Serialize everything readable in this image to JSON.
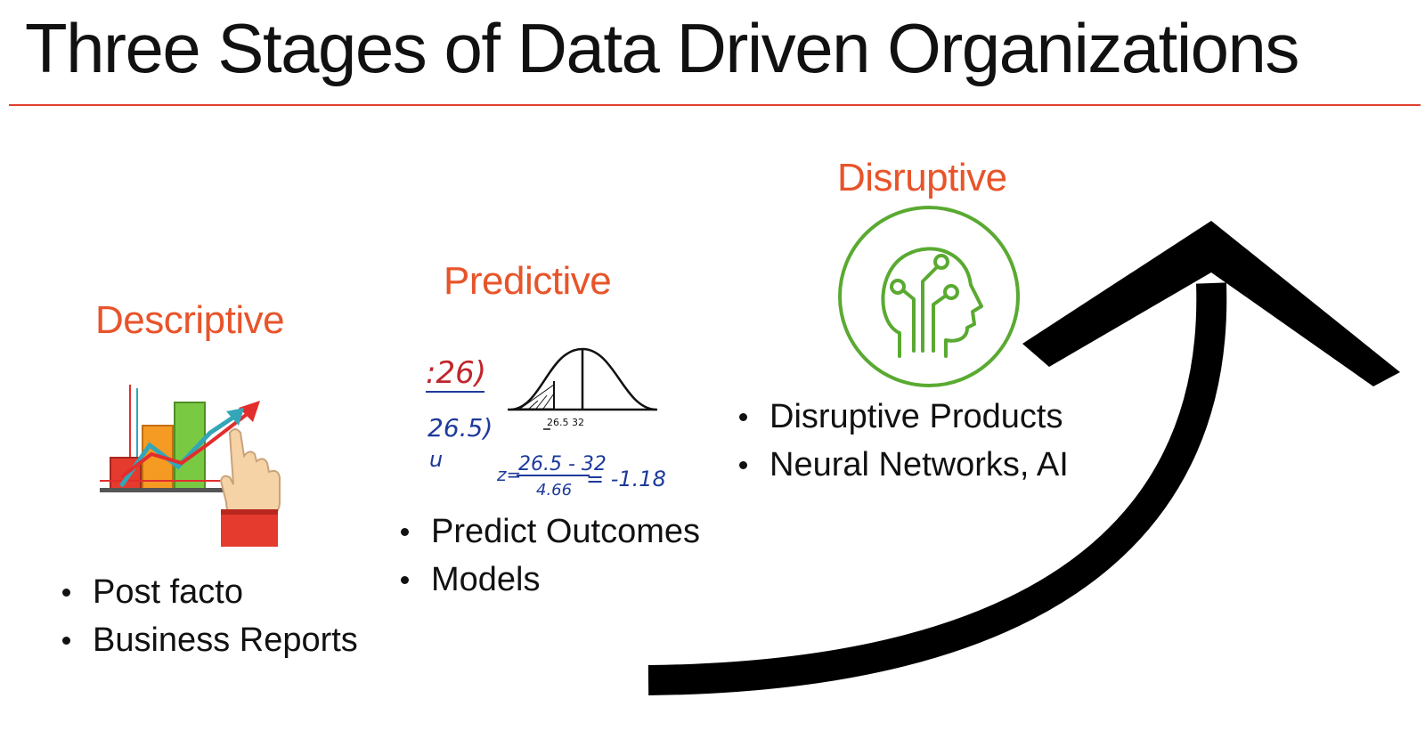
{
  "slide": {
    "title": "Three Stages of Data Driven Organizations",
    "accent_color": "#e8542a",
    "rule_color": "#e04030",
    "text_color": "#111111"
  },
  "stages": [
    {
      "heading": "Descriptive",
      "icon": "bar-chart-hand-icon",
      "bullets": [
        "Post facto",
        "Business Reports"
      ]
    },
    {
      "heading": "Predictive",
      "icon": "normal-distribution-sketch-icon",
      "bullets": [
        "Predict Outcomes",
        "Models"
      ],
      "sketch_text": {
        "top_left": ":26)",
        "mid_left": "26.5)",
        "bottom_left": "u",
        "tick_a": "26.5",
        "tick_b": "32",
        "formula_z": "z=",
        "formula_num": "26.5 - 32",
        "formula_den": "4.66",
        "formula_result": "= -1.18"
      }
    },
    {
      "heading": "Disruptive",
      "icon": "ai-head-circuit-icon",
      "bullets": [
        "Disruptive Products",
        "Neural Networks, AI"
      ]
    }
  ],
  "arrow": {
    "icon": "curved-up-arrow-icon",
    "color": "#000000"
  },
  "icon_colors": {
    "ai_green": "#5aaa32",
    "sketch_red": "#c0262c",
    "sketch_blue": "#1e3a9a",
    "bar_red": "#e53b2e",
    "bar_orange": "#f59a23",
    "bar_green": "#7ac943",
    "trend_red": "#e32d2d",
    "trend_teal": "#33a6b8",
    "sleeve_red": "#e53b2e",
    "hand_skin": "#f6d3a6"
  }
}
